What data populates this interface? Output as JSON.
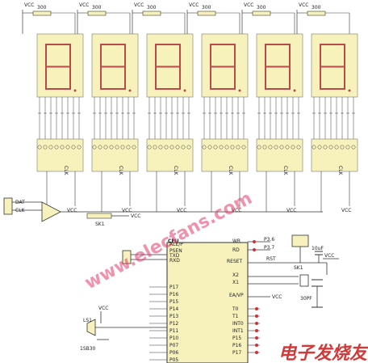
{
  "vcc_label": "VCC",
  "resistor_value": "300",
  "display_count": 6,
  "labels": {
    "clk": "CLK",
    "dat": "DAT",
    "clk_in": "CLK",
    "sk1": "SK1",
    "cpu": "CPU",
    "rst": "RST",
    "x1": "X1",
    "x2": "X2",
    "ea": "EA/VP",
    "reset": "RESET",
    "cap1": "10uF",
    "cap2": "30PF",
    "sk_reset": "SK1",
    "p36": "P3.6",
    "p37": "P3.7",
    "wr": "WR",
    "rd": "RD",
    "ls1": "LS1",
    "ls1_part": "1SB30",
    "ale": "ALE/P",
    "psen": "PSEN",
    "txd": "TXD",
    "rxd": "RXD",
    "left_pins": [
      "P17",
      "P16",
      "P15",
      "P14",
      "P13",
      "P12",
      "P11",
      "P10",
      "P07",
      "P06",
      "P05"
    ],
    "right_pins": [
      "T0",
      "T1",
      "INT0",
      "INT1",
      "P15",
      "P16",
      "P17"
    ]
  },
  "watermark": "www.elecfans.com",
  "logo_text": "电子发烧友",
  "colors": {
    "seg_fill": "#f7f2bc",
    "seg_stroke": "#b84a4a",
    "wire": "#3a3a3a",
    "watermark": "#e23b6b"
  }
}
